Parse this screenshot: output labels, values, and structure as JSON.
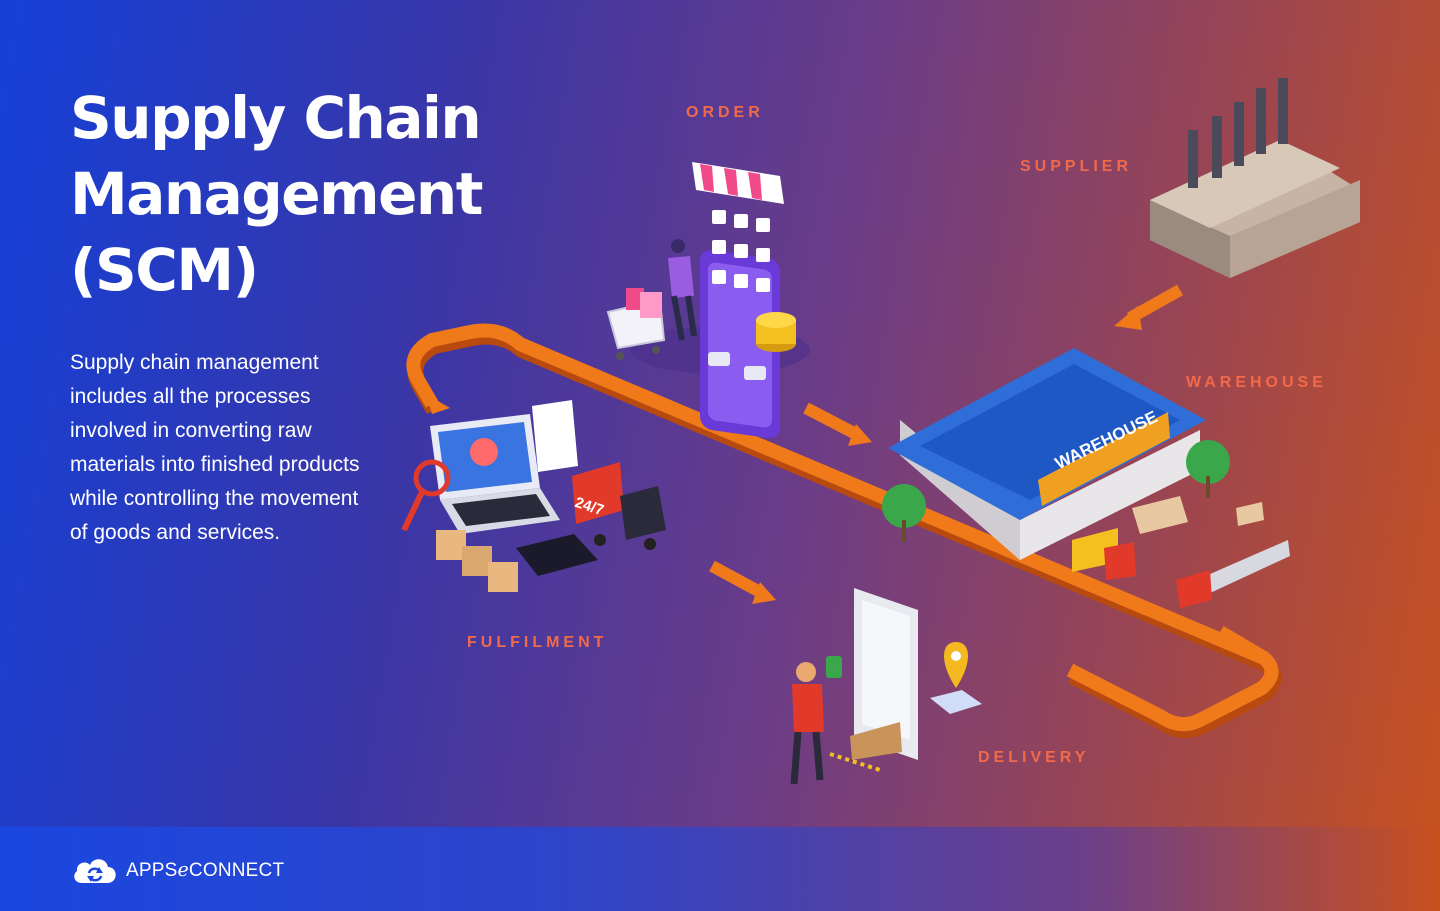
{
  "title": "Supply Chain Management (SCM)",
  "description": "Supply chain management includes all the processes involved in converting raw materials into finished products while controlling the movement of goods and services.",
  "stages": {
    "order": "ORDER",
    "supplier": "SUPPLIER",
    "warehouse": "WAREHOUSE",
    "fulfilment": "FULFILMENT",
    "delivery": "DELIVERY"
  },
  "illustration_text": {
    "warehouse_sign": "WAREHOUSE",
    "truck_sign": "24/7"
  },
  "brand": {
    "name": "APPSℯCONNECT"
  },
  "colors": {
    "label": "#f06a4a",
    "path": "#f07a1a",
    "path_dark": "#b84a10"
  }
}
